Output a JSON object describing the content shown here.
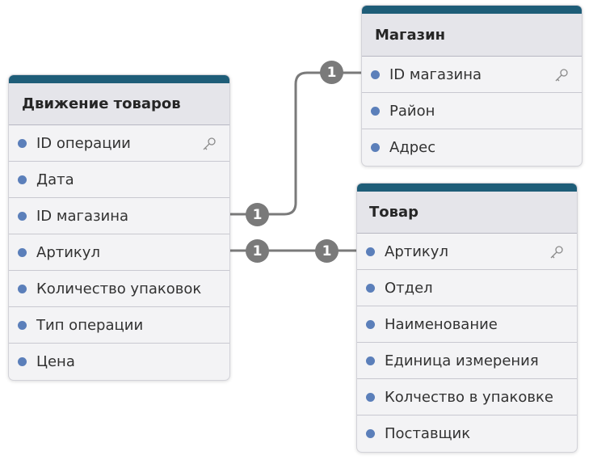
{
  "tables": {
    "movement": {
      "title": "Движение товаров",
      "rows": [
        "ID операции",
        "Дата",
        "ID магазина",
        "Артикул",
        "Количество упаковок",
        "Тип операции",
        "Цена"
      ]
    },
    "store": {
      "title": "Магазин",
      "rows": [
        "ID магазина",
        "Район",
        "Адрес"
      ]
    },
    "product": {
      "title": "Товар",
      "rows": [
        "Артикул",
        "Отдел",
        "Наименование",
        "Единица измерения",
        "Колчество в упаковке",
        "Поставщик"
      ]
    }
  },
  "relations": {
    "store_link": {
      "from_card": "1",
      "to_card": "1"
    },
    "product_link": {
      "from_card": "1",
      "to_card": "1"
    }
  },
  "colors": {
    "accent_bar": "#1e5d78",
    "field_dot": "#5b7fba",
    "connector": "#7a7a7a"
  },
  "icons": {
    "primary_key": "key-icon"
  }
}
